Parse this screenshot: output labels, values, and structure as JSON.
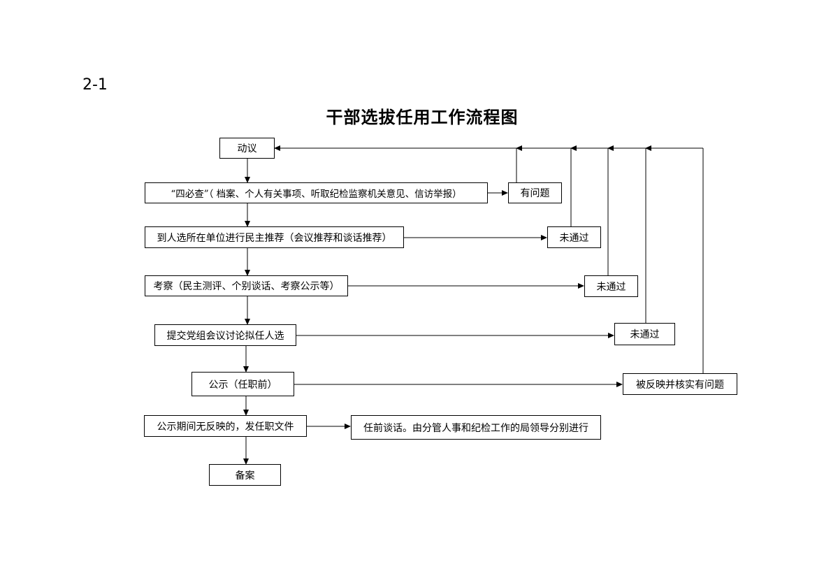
{
  "page_label": "2-1",
  "title": "干部选拔任用工作流程图",
  "nodes": {
    "motion": "动议",
    "four_checks": "“四必查”（ 档案、个人有关事项、听取纪检监察机关意见、信访举报）",
    "has_problem": "有问题",
    "recommendation": "到人选所在单位进行民主推荐（会议推荐和谈话推荐）",
    "not_passed_1": "未通过",
    "inspection": "考察（民主测评、个别谈话、考察公示等）",
    "not_passed_2": "未通过",
    "party_meeting": "提交党组会议讨论拟任人选",
    "not_passed_3": "未通过",
    "publicity": "公示（任职前）",
    "verified_problem": "被反映并核实有问题",
    "issue_document": "公示期间无反映的，发任职文件",
    "pre_talk": "任前谈话。由分管人事和纪检工作的局领导分别进行",
    "filing": "备案"
  }
}
